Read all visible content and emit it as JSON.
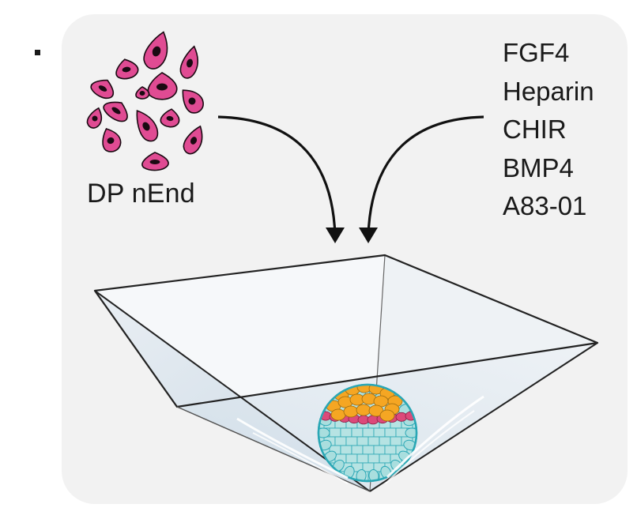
{
  "cell_population": {
    "label": "DP nEnd",
    "icon": "mesenchymal-cells-icon",
    "cell_color": "#e04b93",
    "nucleus_color": "#1a0a12"
  },
  "factors": [
    "FGF4",
    "Heparin",
    "CHIR",
    "BMP4",
    "A83-01"
  ],
  "well": {
    "icon": "pyramidal-microwell-icon",
    "outline_color": "#222222",
    "fill_color": "#dfe7ee"
  },
  "organoid": {
    "icon": "organoid-spheroid-icon",
    "top_cells_color": "#f5a623",
    "middle_band_color": "#dc4a7a",
    "bottom_cells_color": "#b6e3e3",
    "outline_color": "#2aa7b5"
  },
  "arrows": {
    "color": "#111111"
  }
}
